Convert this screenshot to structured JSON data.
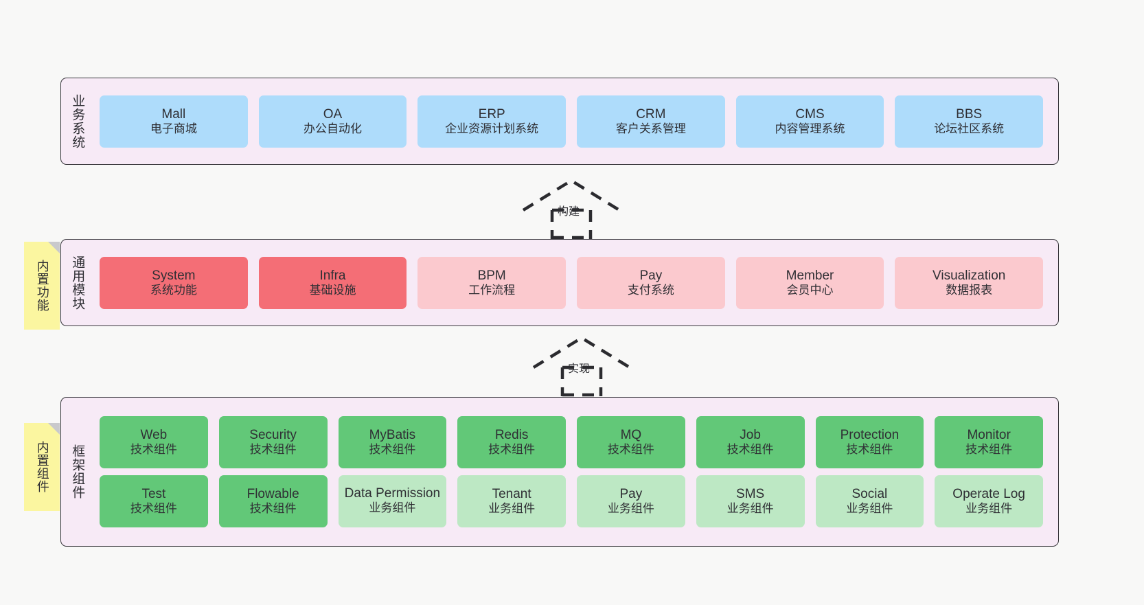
{
  "diagram": {
    "background_color": "#f8f8f7",
    "band_background": "#f7eaf6",
    "border_color": "#36353a",
    "sticky_color": "#fbf6a0"
  },
  "bands": {
    "business": {
      "title": "业务系统",
      "cards": [
        {
          "en": "Mall",
          "cn": "电子商城",
          "color": "#aedcfb"
        },
        {
          "en": "OA",
          "cn": "办公自动化",
          "color": "#aedcfb"
        },
        {
          "en": "ERP",
          "cn": "企业资源计划系统",
          "color": "#aedcfb"
        },
        {
          "en": "CRM",
          "cn": "客户关系管理",
          "color": "#aedcfb"
        },
        {
          "en": "CMS",
          "cn": "内容管理系统",
          "color": "#aedcfb"
        },
        {
          "en": "BBS",
          "cn": "论坛社区系统",
          "color": "#aedcfb"
        }
      ]
    },
    "common": {
      "title": "通用模块",
      "sticky": "内置功能",
      "cards": [
        {
          "en": "System",
          "cn": "系统功能",
          "color": "#f46e76"
        },
        {
          "en": "Infra",
          "cn": "基础设施",
          "color": "#f46e76"
        },
        {
          "en": "BPM",
          "cn": "工作流程",
          "color": "#fbc9ce"
        },
        {
          "en": "Pay",
          "cn": "支付系统",
          "color": "#fbc9ce"
        },
        {
          "en": "Member",
          "cn": "会员中心",
          "color": "#fbc9ce"
        },
        {
          "en": "Visualization",
          "cn": "数据报表",
          "color": "#fbc9ce"
        }
      ]
    },
    "framework": {
      "title": "框架组件",
      "sticky": "内置组件",
      "rows": [
        [
          {
            "en": "Web",
            "cn": "技术组件",
            "color": "#62c878"
          },
          {
            "en": "Security",
            "cn": "技术组件",
            "color": "#62c878"
          },
          {
            "en": "MyBatis",
            "cn": "技术组件",
            "color": "#62c878"
          },
          {
            "en": "Redis",
            "cn": "技术组件",
            "color": "#62c878"
          },
          {
            "en": "MQ",
            "cn": "技术组件",
            "color": "#62c878"
          },
          {
            "en": "Job",
            "cn": "技术组件",
            "color": "#62c878"
          },
          {
            "en": "Protection",
            "cn": "技术组件",
            "color": "#62c878"
          },
          {
            "en": "Monitor",
            "cn": "技术组件",
            "color": "#62c878"
          }
        ],
        [
          {
            "en": "Test",
            "cn": "技术组件",
            "color": "#62c878"
          },
          {
            "en": "Flowable",
            "cn": "技术组件",
            "color": "#62c878"
          },
          {
            "en": "Data Permission",
            "cn": "业务组件",
            "color": "#bde8c4"
          },
          {
            "en": "Tenant",
            "cn": "业务组件",
            "color": "#bde8c4"
          },
          {
            "en": "Pay",
            "cn": "业务组件",
            "color": "#bde8c4"
          },
          {
            "en": "SMS",
            "cn": "业务组件",
            "color": "#bde8c4"
          },
          {
            "en": "Social",
            "cn": "业务组件",
            "color": "#bde8c4"
          },
          {
            "en": "Operate Log",
            "cn": "业务组件",
            "color": "#bde8c4"
          }
        ]
      ]
    }
  },
  "arrows": [
    {
      "name": "build",
      "label": "构建",
      "from": "通用模块",
      "to": "业务系统"
    },
    {
      "name": "implement",
      "label": "实现",
      "from": "框架组件",
      "to": "通用模块"
    }
  ]
}
